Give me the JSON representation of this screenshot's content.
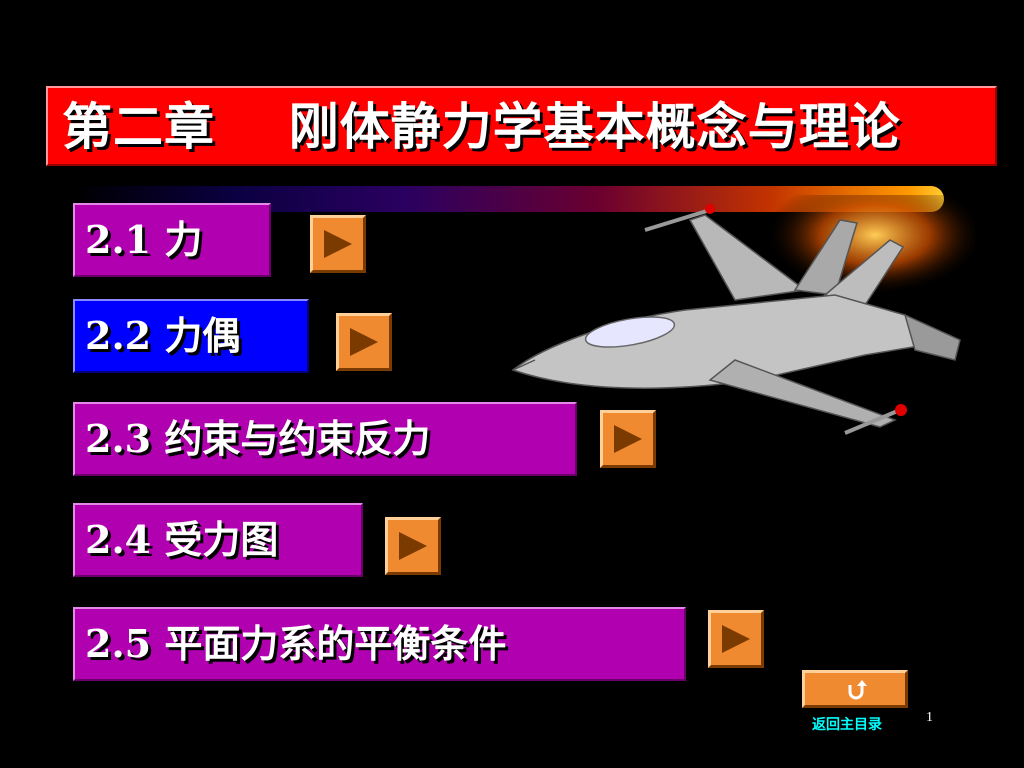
{
  "title": "第二章    刚体静力学基本概念与理论",
  "sections": [
    {
      "number": "2.1",
      "label": "力"
    },
    {
      "number": "2.2",
      "label": "力偶"
    },
    {
      "number": "2.3",
      "label": "约束与约束反力"
    },
    {
      "number": "2.4",
      "label": "受力图"
    },
    {
      "number": "2.5",
      "label": "平面力系的平衡条件"
    }
  ],
  "icons": {
    "play": "play-triangle-icon",
    "return": "u-turn-icon",
    "illustration": "fighter-jet-icon"
  },
  "return_label": "返回主目录",
  "page_number": "1",
  "colors": {
    "title_bg": "#ff0000",
    "section_bg": "#b000b0",
    "section_active_bg": "#0000ff",
    "play_bg": "#f08a30",
    "return_label": "#00ffff",
    "background": "#000000"
  }
}
